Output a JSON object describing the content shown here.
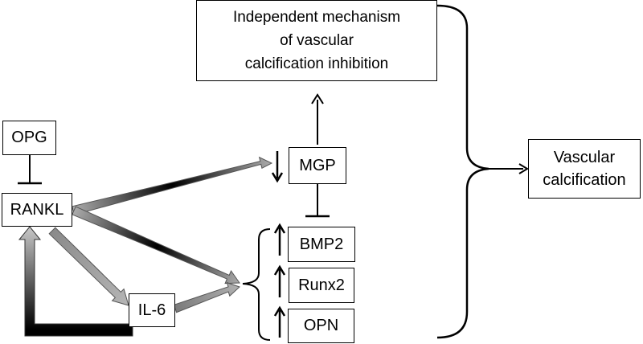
{
  "nodes": {
    "independent": {
      "line1": "Independent mechanism",
      "line2": "of vascular",
      "line3": "calcification inhibition"
    },
    "opg": "OPG",
    "rankl": "RANKL",
    "mgp": "MGP",
    "bmp2": "BMP2",
    "runx2": "Runx2",
    "opn": "OPN",
    "il6": "IL-6",
    "vascular": {
      "line1": "Vascular",
      "line2": "calcification"
    }
  },
  "indicators": {
    "mgp": "down-arrow",
    "bmp2": "up-arrow",
    "runx2": "up-arrow",
    "opn": "up-arrow"
  }
}
